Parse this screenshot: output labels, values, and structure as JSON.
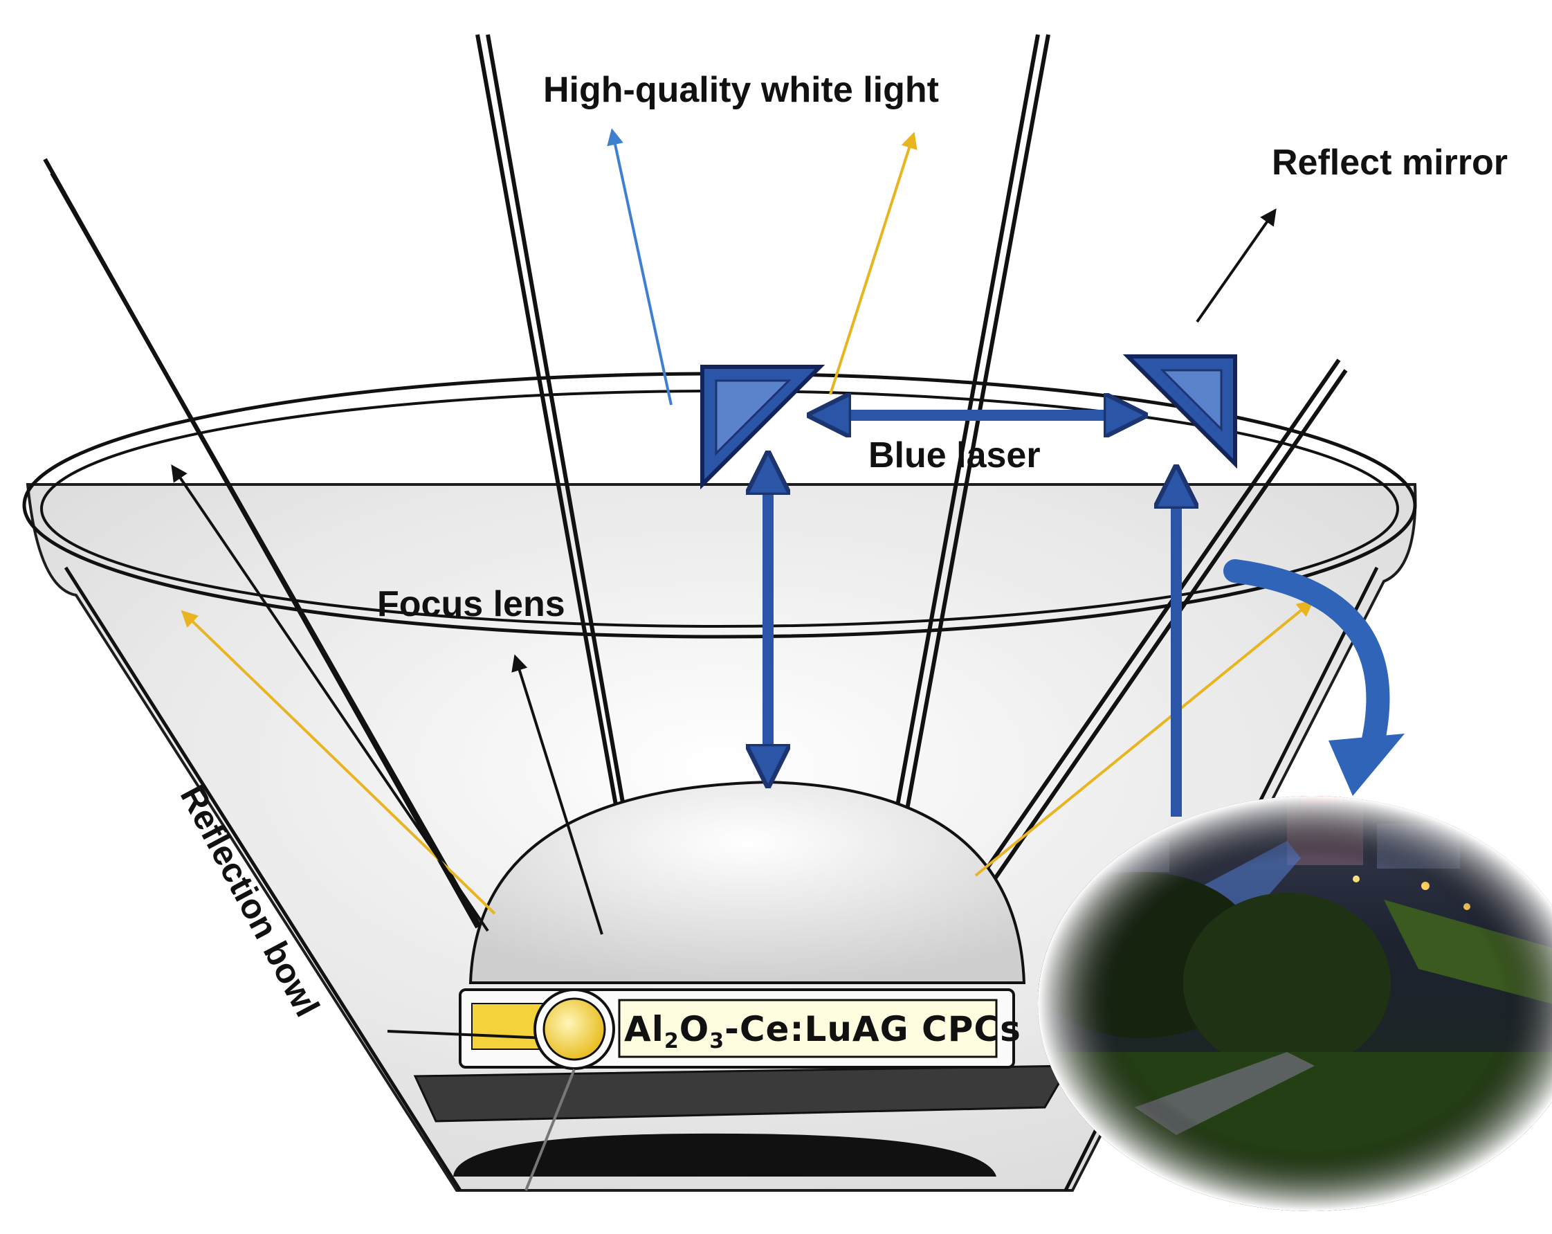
{
  "labels": {
    "white_light": "High-quality white light",
    "reflect_mirror": "Reflect mirror",
    "blue_laser": "Blue laser",
    "focus_lens": "Focus lens",
    "reflection_bowl": "Reflection bowl",
    "cpcs": {
      "al": "Al",
      "sub1": "2",
      "o": "O",
      "sub2": "3",
      "rest": "-Ce:LuAG CPCs"
    }
  },
  "colors": {
    "blue_laser": "#2b56a8",
    "blue_laser_dark": "#1c3470",
    "yellow_light": "#e8b420",
    "light_blue_ray": "#3f7fd0",
    "curved_arrow": "#2f64b8",
    "phosphor_yellow": "#f3d23c",
    "outline": "#111111"
  },
  "icons": {
    "left_mirror": "triangle-prism-icon",
    "right_mirror": "triangle-prism-icon",
    "photo": "night-street-photo"
  }
}
